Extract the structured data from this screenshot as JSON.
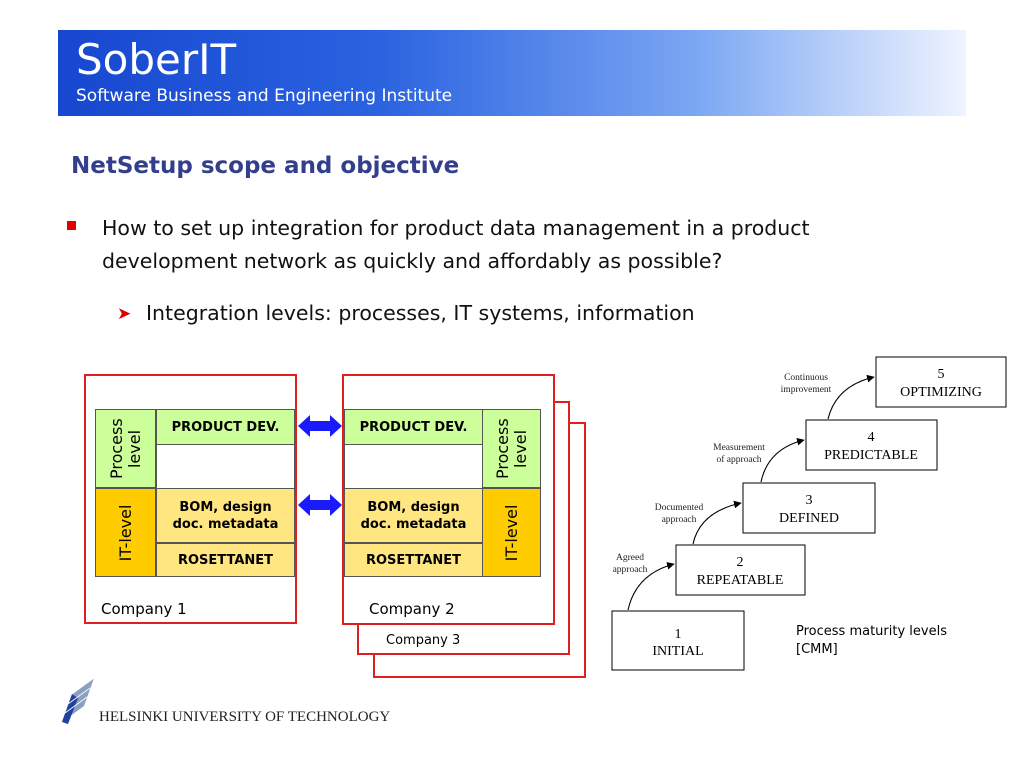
{
  "header": {
    "brand": "SoberIT",
    "subtitle": "Software Business and Engineering Institute"
  },
  "slide": {
    "title": "NetSetup scope and objective",
    "bullet": "How to set up integration for product data management in a product development network as quickly and affordably as possible?",
    "sub_bullet": "Integration levels: processes, IT systems, information"
  },
  "diagram": {
    "process_level": "Process level",
    "it_level": "IT-level",
    "product_dev": "PRODUCT DEV.",
    "bom": "BOM, design doc. metadata",
    "rosettanet": "ROSETTANET",
    "company1": "Company 1",
    "company2": "Company 2",
    "company3": "Company 3"
  },
  "cmm": {
    "levels": [
      {
        "num": "1",
        "name": "INITIAL"
      },
      {
        "num": "2",
        "name": "REPEATABLE"
      },
      {
        "num": "3",
        "name": "DEFINED"
      },
      {
        "num": "4",
        "name": "PREDICTABLE"
      },
      {
        "num": "5",
        "name": "OPTIMIZING"
      }
    ],
    "transitions": [
      [
        "Agreed",
        "approach"
      ],
      [
        "Documented",
        "approach"
      ],
      [
        "Measurement",
        "of approach"
      ],
      [
        "Continuous",
        "improvement"
      ]
    ],
    "caption": "Process maturity levels [CMM]"
  },
  "footer": {
    "university": "HELSINKI UNIVERSITY OF TECHNOLOGY"
  },
  "colors": {
    "banner": "#1747d0",
    "title": "#333f8c",
    "bullet_red": "#e00000",
    "frame_red": "#e02020",
    "process_green": "#ccff99",
    "it_yellow": "#ffcc00",
    "arrow_blue": "#1a1aff"
  }
}
